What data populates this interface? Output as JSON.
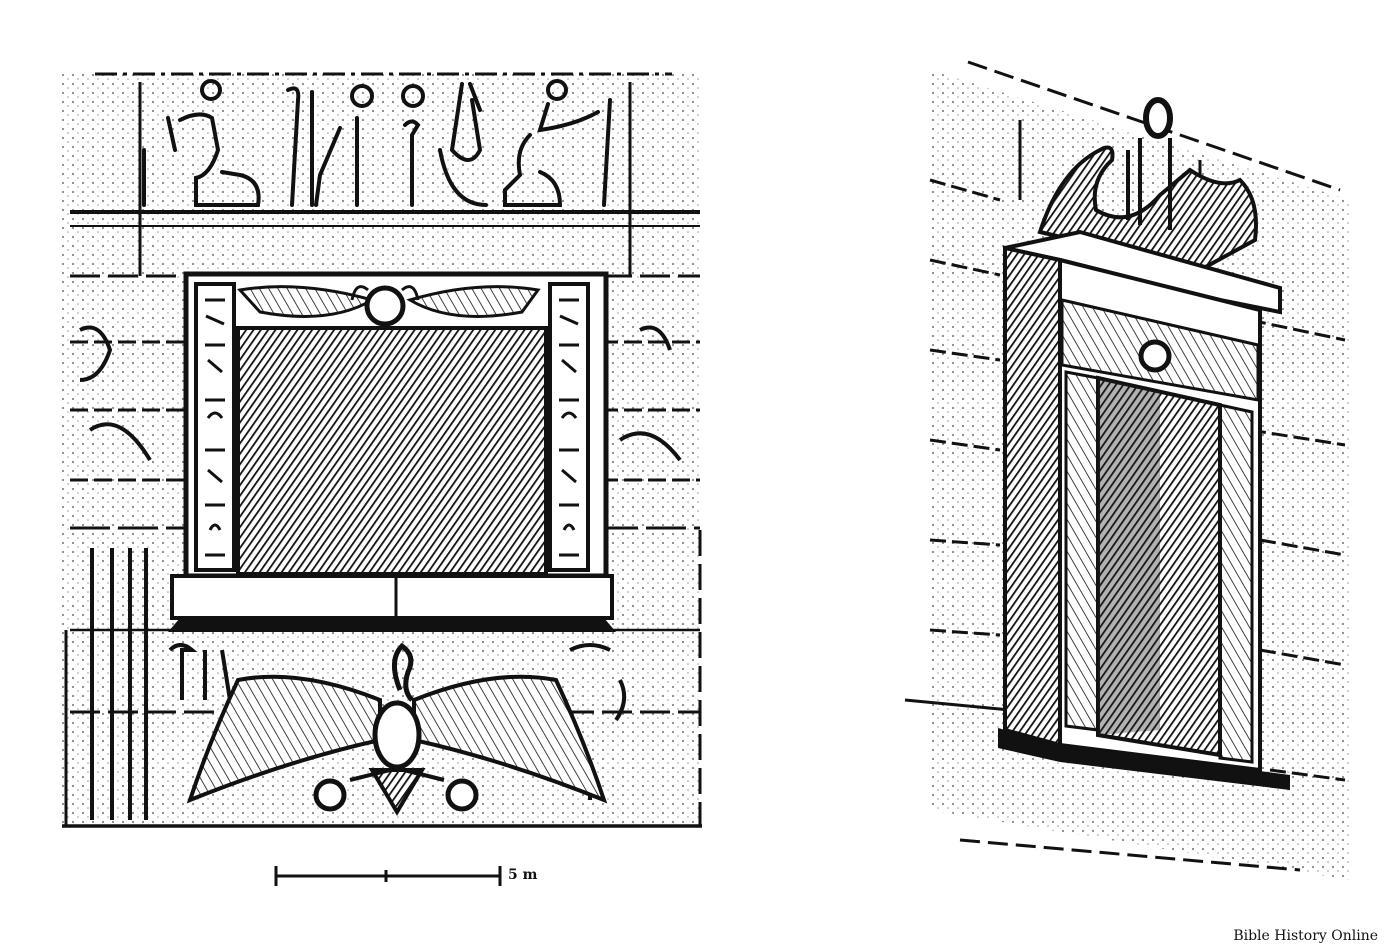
{
  "illustration": {
    "scale_bar": {
      "label": "5 m"
    },
    "watermark": "Bible History Online",
    "colors": {
      "ink": "#111111",
      "paper": "#ffffff"
    },
    "left_figure": "egyptian-window-frontal",
    "right_figure": "egyptian-window-perspective"
  }
}
